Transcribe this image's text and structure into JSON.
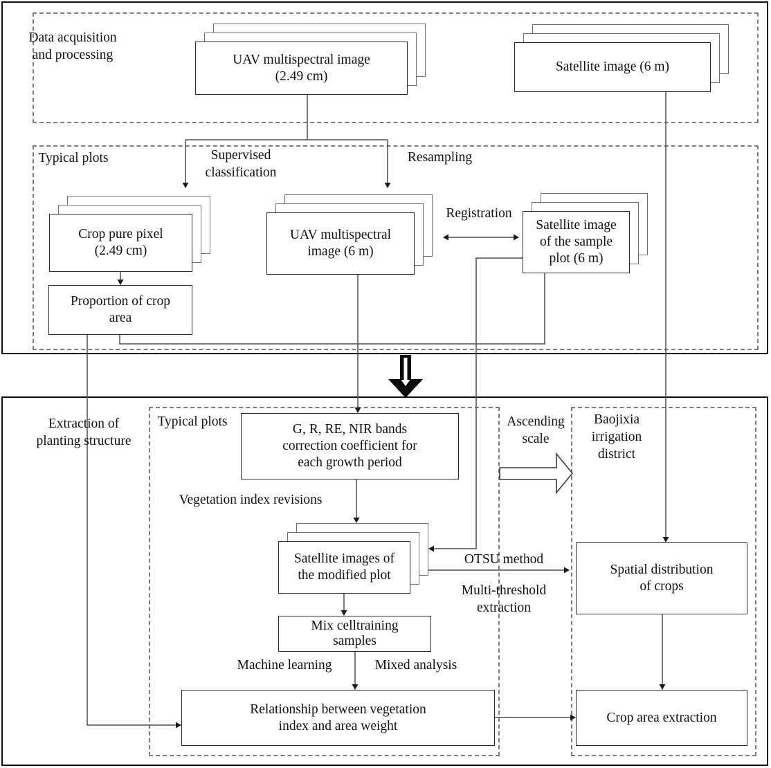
{
  "palette": {
    "background": "#ffffff",
    "ink": "#111111",
    "line": "#4d4d4d",
    "dash": "#7d7d7d"
  },
  "labels": {
    "data_acquisition_1": "Data acquisition",
    "data_acquisition_2": "and processing",
    "typical_plots_top": "Typical plots",
    "supervised_1": "Supervised",
    "supervised_2": "classification",
    "resampling": "Resampling",
    "registration": "Registration",
    "extraction_1": "Extraction of",
    "extraction_2": "planting structure",
    "typical_plots_bottom": "Typical plots",
    "vegetation_revisions": "Vegetation index revisions",
    "ascending_1": "Ascending",
    "ascending_2": "scale",
    "baojixia_1": "Baojixia",
    "baojixia_2": "irrigation",
    "baojixia_3": "district",
    "otsu_method": "OTSU method",
    "multi_threshold_1": "Multi-threshold",
    "multi_threshold_2": "extraction",
    "machine_learning": "Machine learning",
    "mixed_analysis": "Mixed analysis"
  },
  "boxes": {
    "uav_249": {
      "l1": "UAV multispectral image",
      "l2": "(2.49 cm)"
    },
    "satellite_6m": {
      "l1": "Satellite image (6 m)"
    },
    "crop_pure_pixel": {
      "l1": "Crop pure pixel",
      "l2": "(2.49 cm)"
    },
    "uav_6m": {
      "l1": "UAV multispectral",
      "l2": "image (6 m)"
    },
    "sample_plot": {
      "l1": "Satellite image",
      "l2": "of the sample",
      "l3": "plot (6 m)"
    },
    "proportion": {
      "l1": "Proportion of crop",
      "l2": "area"
    },
    "grrenir": {
      "l1": "G, R, RE, NIR bands",
      "l2": "correction coefficient for",
      "l3": "each growth period"
    },
    "modified_plot": {
      "l1": "Satellite images of",
      "l2": "the modified plot"
    },
    "mix_cell": {
      "l1": "Mix celltraining",
      "l2": "samples"
    },
    "relationship": {
      "l1": "Relationship between vegetation",
      "l2": "index and area weight"
    },
    "spatial_distribution": {
      "l1": "Spatial distribution",
      "l2": "of crops"
    },
    "crop_area_extraction": {
      "l1": "Crop area extraction"
    }
  }
}
